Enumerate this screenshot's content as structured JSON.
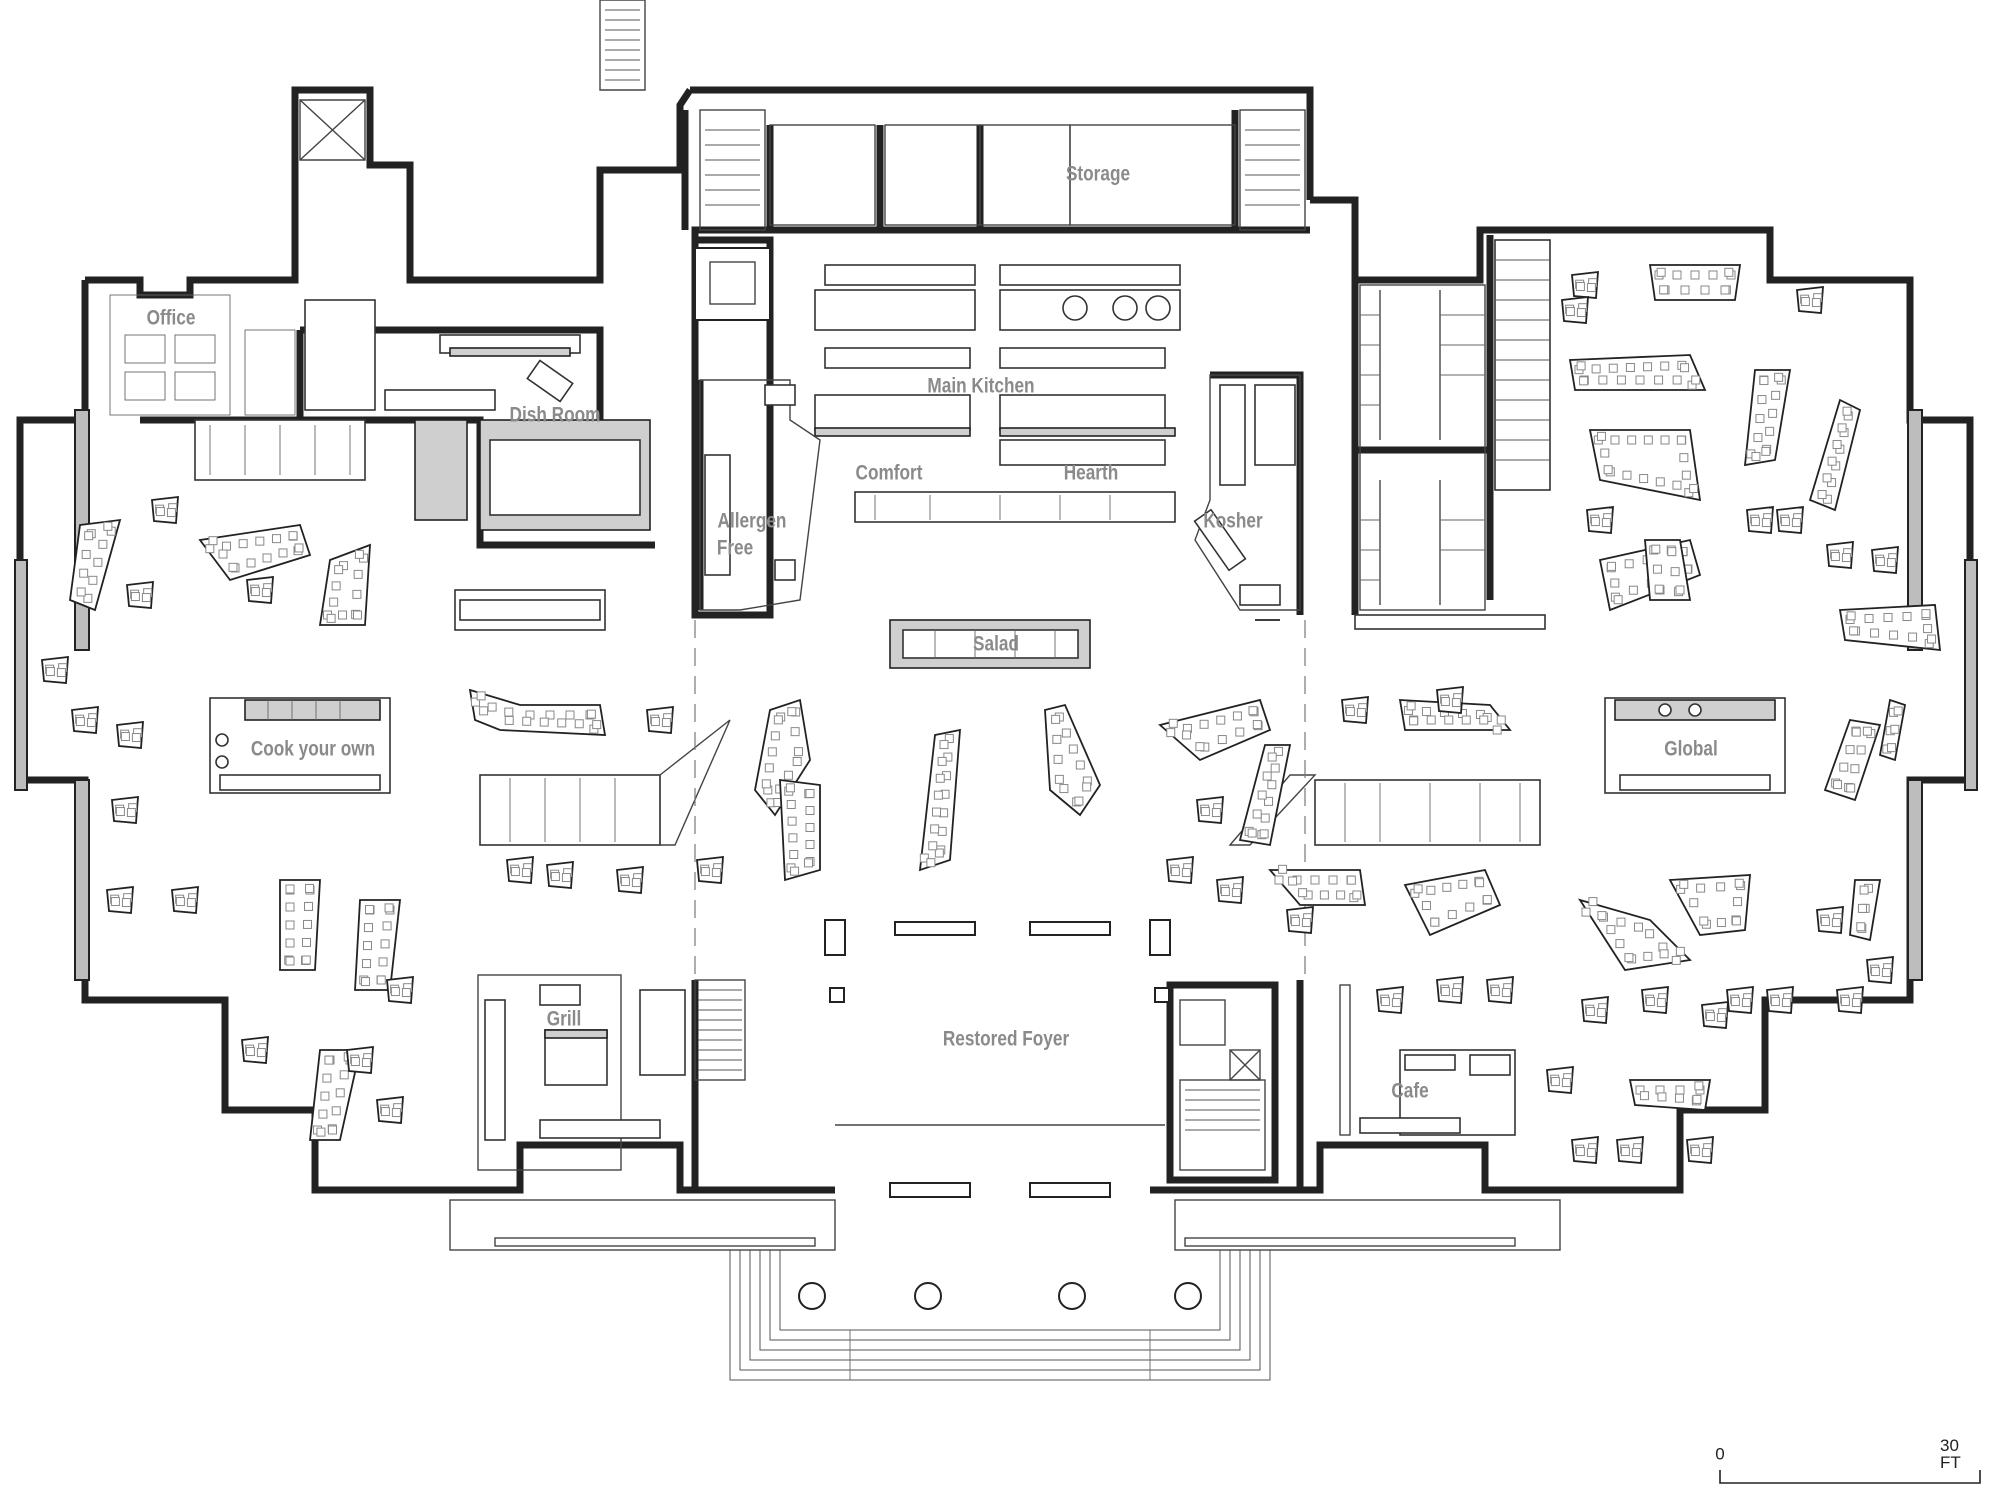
{
  "rooms": {
    "office": "Office",
    "dish_room": "Dish Room",
    "storage": "Storage",
    "main_kitchen": "Main Kitchen",
    "comfort": "Comfort",
    "hearth": "Hearth",
    "allergen_free_line1": "Allergen",
    "allergen_free_line2": "Free",
    "kosher": "Kosher",
    "salad": "Salad",
    "cook_your_own": "Cook your own",
    "global": "Global",
    "grill": "Grill",
    "restored_foyer": "Restored Foyer",
    "cafe": "Cafe"
  },
  "scale_bar": {
    "start_label": "0",
    "end_label": "30 FT"
  },
  "colors": {
    "walls": "#222222",
    "wall_fill": "#bdbdbd",
    "labels": "#8a8a8a",
    "background": "#ffffff"
  }
}
